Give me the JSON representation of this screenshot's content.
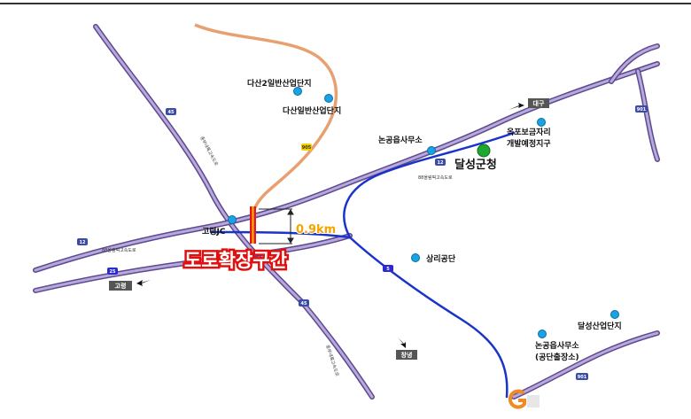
{
  "labels": {
    "complex1": "다산2일반산업단지",
    "complex2": "다산일반산업단지",
    "office1": "논공읍사무소",
    "okpo": "옥포보금자리",
    "okpo2": "개발예정지구",
    "county": "달성군청",
    "goryeong_jc": "고령JC",
    "distance": "0.9km",
    "section": "도로확장구간",
    "sangri": "상리공단",
    "dalseong_complex": "달성산업단지",
    "office2": "논공읍사무소",
    "office2b": "(공단출장소)"
  },
  "directions": {
    "daegu": "대구",
    "goryeong": "고령",
    "changnyeong": "창녕"
  },
  "route_shields": {
    "r45_top": "45",
    "r45_bottom": "45",
    "r12_left": "12",
    "r12_mid": "12",
    "r25": "25",
    "r5": "5",
    "r901_top": "901",
    "r901_bottom": "901",
    "r905": "905"
  },
  "road_names": {
    "jungbu_top": "중부내륙고속도로",
    "jungbu_bottom": "중부내륙고속도로",
    "expressway_left": "88올림픽고속도로",
    "expressway_mid": "88올림픽고속도로"
  },
  "colors": {
    "expressway": "#8b76b8",
    "national_road": "#1a33c8",
    "local_road": "#e8a070",
    "section_marker": "#e8141e",
    "section_marker_core": "#f5c400",
    "poi_marker": "#19a3e6",
    "county_marker": "#1fa82f"
  },
  "icons": {
    "poi": "cyan-dot-icon",
    "county": "green-dot-icon",
    "direction": "black-arrow-icon",
    "logo": "g-logo-icon"
  }
}
